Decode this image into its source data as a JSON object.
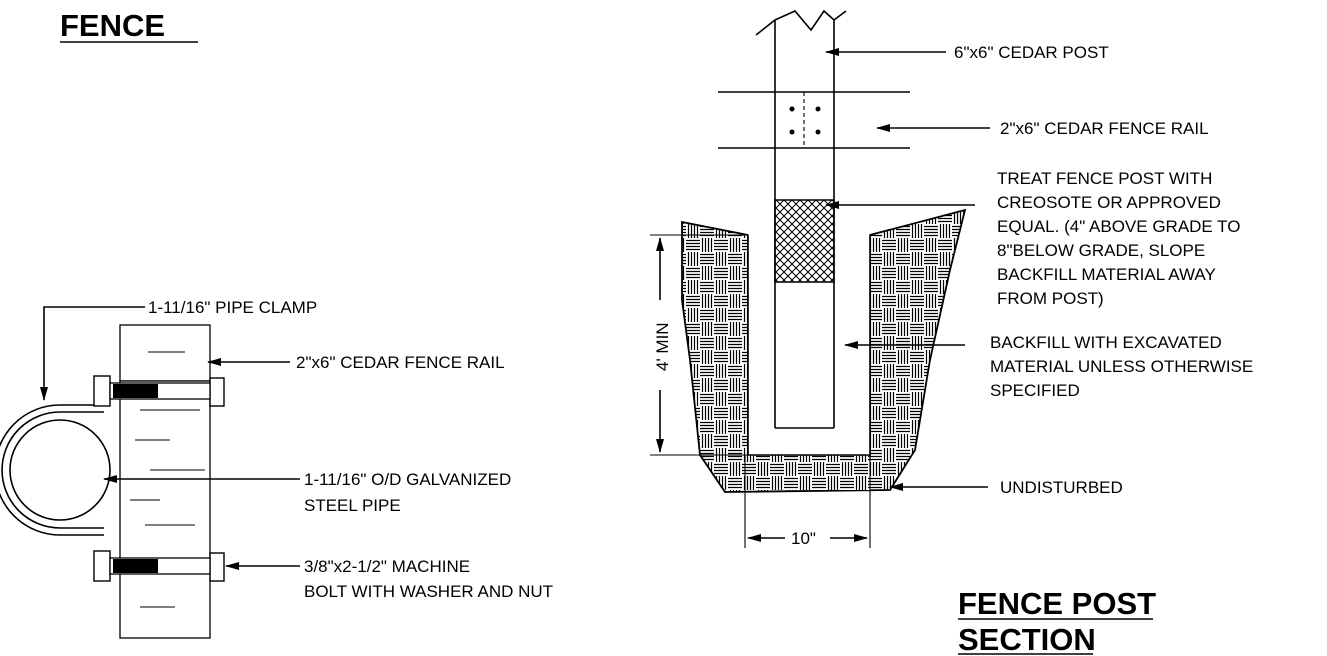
{
  "titles": {
    "fence": "FENCE",
    "post_section_line1": "FENCE POST",
    "post_section_line2": "SECTION"
  },
  "clamp_detail": {
    "pipe_clamp": "1-11/16\" PIPE CLAMP",
    "fence_rail": "2\"x6\" CEDAR FENCE RAIL",
    "pipe_line1": "1-11/16\" O/D GALVANIZED",
    "pipe_line2": "STEEL PIPE",
    "bolt_line1": "3/8\"x2-1/2\" MACHINE",
    "bolt_line2": "BOLT WITH WASHER AND NUT"
  },
  "post_section": {
    "cedar_post": "6\"x6\" CEDAR POST",
    "fence_rail": "2\"x6\" CEDAR FENCE RAIL",
    "treat_lines": [
      "TREAT FENCE POST WITH",
      "CREOSOTE OR APPROVED",
      "EQUAL. (4\" ABOVE GRADE TO",
      "8\"BELOW GRADE, SLOPE",
      "BACKFILL MATERIAL AWAY",
      "FROM POST)"
    ],
    "backfill_lines": [
      "BACKFILL WITH EXCAVATED",
      "MATERIAL UNLESS OTHERWISE",
      "SPECIFIED"
    ],
    "undisturbed": "UNDISTURBED",
    "depth_dim": "4' MIN",
    "width_dim": "10\""
  }
}
